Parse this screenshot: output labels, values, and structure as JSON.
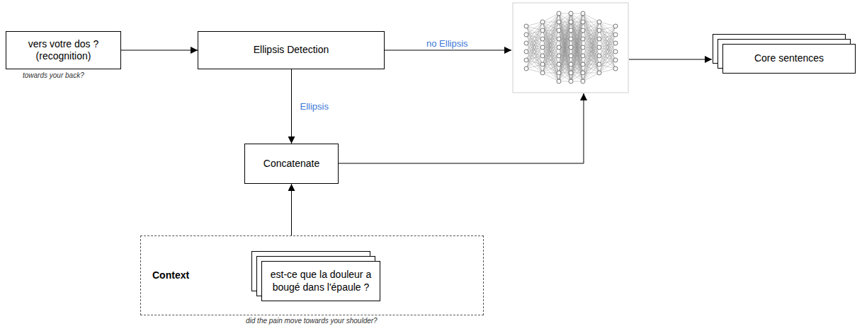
{
  "diagram": {
    "nodes": [
      {
        "text": [
          "vers votre dos ? (recognition)"
        ]
      },
      {
        "text": [
          "Ellipsis Detection"
        ]
      },
      {
        "text": [
          "Core sentences"
        ]
      },
      {
        "text": [
          "Concatenate"
        ]
      },
      {
        "text": [
          "Context"
        ]
      },
      {
        "text": [
          "est-ce que la douleur a bougé dans l'épaule ?"
        ],
        "in": 4
      }
    ],
    "edges": [
      {
        "from": 0,
        "to": 1,
        "arrow": "to"
      },
      {
        "from": 1,
        "to": 3,
        "label": "Ellipsis",
        "arrow": "to"
      },
      {
        "from": 4,
        "to": 3,
        "arrow": "to"
      }
    ],
    "labels": [
      "towards your back?",
      "no Ellipsis",
      "did the pain move towards your shoulder?"
    ]
  }
}
